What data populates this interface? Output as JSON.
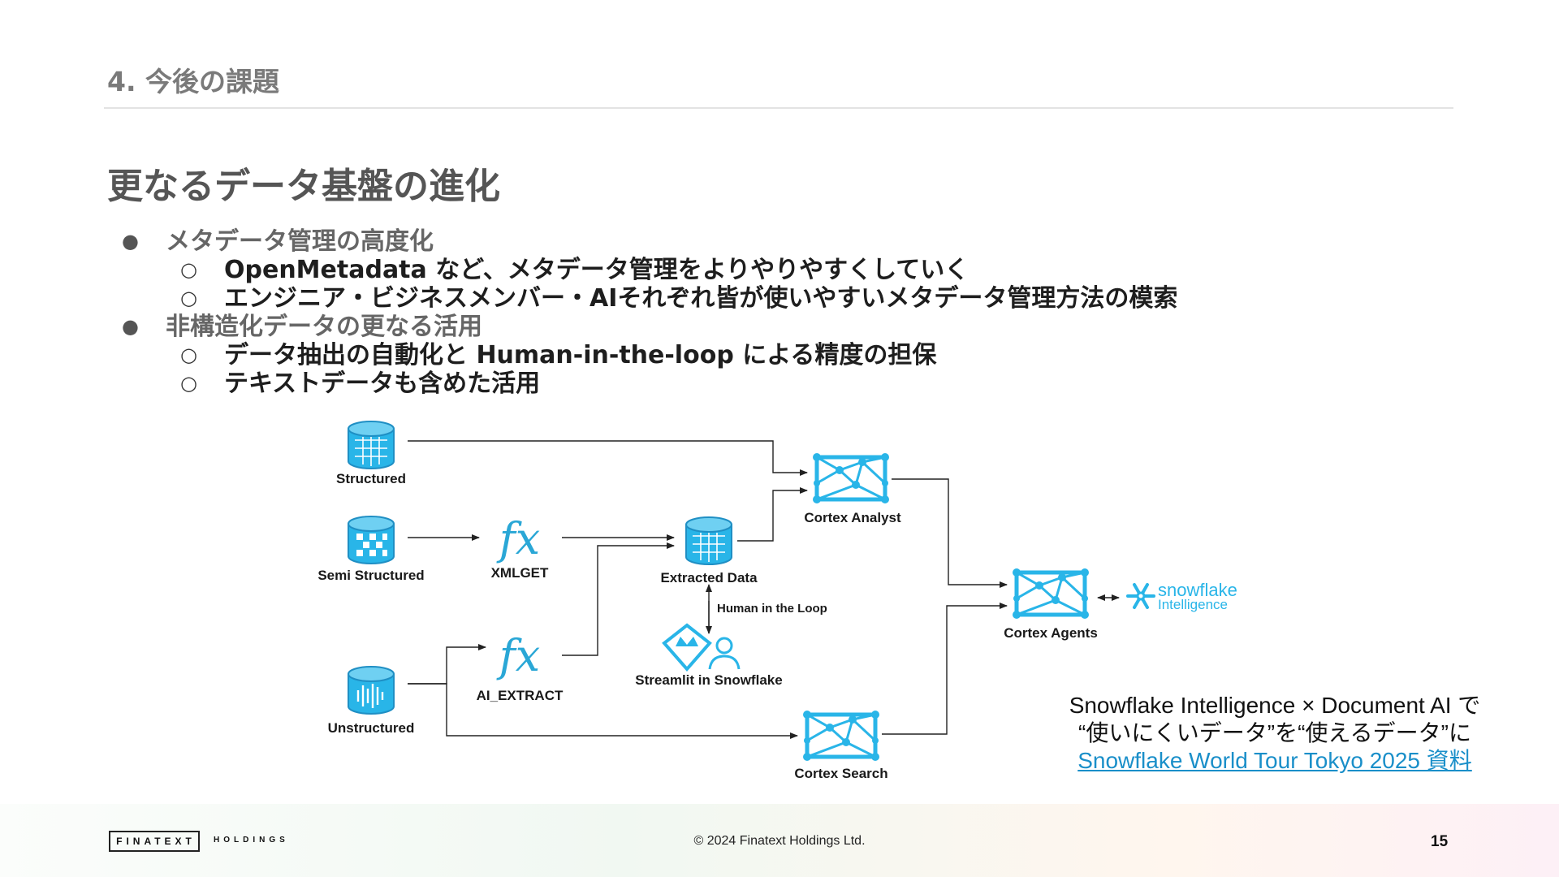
{
  "section_title": "4. 今後の課題",
  "slide_title": "更なるデータ基盤の進化",
  "bullets": [
    {
      "text": "メタデータ管理の高度化",
      "sub": [
        "OpenMetadata など、メタデータ管理をよりやりやすくしていく",
        "エンジニア・ビジネスメンバー・AIそれぞれ皆が使いやすいメタデータ管理方法の模索"
      ]
    },
    {
      "text": "非構造化データの更なる活用",
      "sub": [
        "データ抽出の自動化と Human-in-the-loop による精度の担保",
        "テキストデータも含めた活用"
      ]
    }
  ],
  "bullet_markers": {
    "level1": "●",
    "level2": "○"
  },
  "diagram": {
    "structured": "Structured",
    "semi_structured": "Semi Structured",
    "unstructured": "Unstructured",
    "xmlget": "XMLGET",
    "ai_extract": "AI_EXTRACT",
    "fx_glyph": "fx",
    "extracted_data": "Extracted Data",
    "human_in_the_loop": "Human in the Loop",
    "streamlit": "Streamlit in Snowflake",
    "cortex_analyst": "Cortex Analyst",
    "cortex_search": "Cortex Search",
    "cortex_agents": "Cortex Agents",
    "snowflake_brand": "snowflake",
    "snowflake_product": "Intelligence"
  },
  "callout": {
    "line1": "Snowflake Intelligence × Document AI で",
    "line2": "“使いにくいデータ”を“使えるデータ”に",
    "link": "Snowflake World Tour Tokyo 2025 資料"
  },
  "footer": {
    "logo": "FINATEXT",
    "logo_sub": "HOLDINGS",
    "copyright": "© 2024 Finatext Holdings Ltd.",
    "page_number": "15"
  },
  "colors": {
    "accent": "#29b5e8",
    "icon_stroke": "#1f8fc4",
    "title": "#555555",
    "section": "#7a7a7a",
    "link": "#1a8fc9"
  }
}
